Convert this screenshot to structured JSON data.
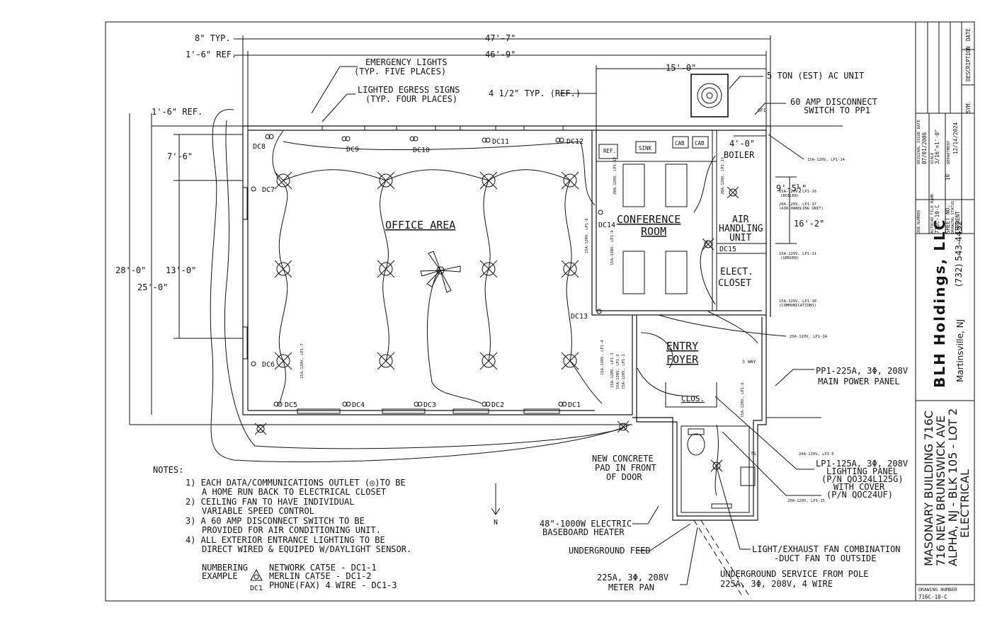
{
  "dimensions": {
    "typ_8": "8\" TYP.",
    "ref_1_6": "1'-6\" REF.",
    "overall_47_7": "47'-7\"",
    "overall_46_9": "46'-9\"",
    "ref_1_6_left": "1'-6\" REF.",
    "dim_15_0": "15'-0\"",
    "dim_4_half": "4 1/2\" TYP. (REF.)",
    "dim_7_6": "7'-6\"",
    "dim_13_0": "13'-0\"",
    "dim_28_0": "28'-0\"",
    "dim_25_0": "25'-0\"",
    "dim_4_0": "4'-0\"",
    "dim_9_5": "9'-5½\"",
    "dim_16_2": "16'-2\""
  },
  "rooms": {
    "office": "OFFICE AREA",
    "conference_1": "CONFERENCE",
    "conference_2": "ROOM",
    "air_1": "AIR",
    "air_2": "HANDLING",
    "air_3": "UNIT",
    "elect_1": "ELECT.",
    "elect_2": "CLOSET",
    "entry_1": "ENTRY",
    "entry_2": "FOYER",
    "clos": "CLOS.",
    "boiler": "BOILER",
    "ref": "REF.",
    "sink": "SINK",
    "cab1": "CAB",
    "cab2": "CAB",
    "dc15": "DC15",
    "gfi": "GFI",
    "three_way": "3 WAY",
    "ts": "TS"
  },
  "callouts": {
    "emergency_1": "EMERGENCY LIGHTS",
    "emergency_2": "(TYP. FIVE PLACES)",
    "egress_1": "LIGHTED EGRESS SIGNS",
    "egress_2": "(TYP. FOUR PLACES)",
    "ac_unit": "5 TON (EST) AC UNIT",
    "disconnect_1": "60 AMP DISCONNECT",
    "disconnect_2": "SWITCH TO PP1",
    "pp1_1": "PP1-225A, 3Φ, 208V",
    "pp1_2": "MAIN POWER PANEL",
    "lp1_1": "LP1-125A, 3Φ, 208V",
    "lp1_2": "LIGHTING PANEL",
    "lp1_3": "(P/N QO324L125G)",
    "lp1_4": "WITH COVER",
    "lp1_5": "(P/N QOC24UF)",
    "pad_1": "NEW CONCRETE",
    "pad_2": "PAD IN FRONT",
    "pad_3": "OF DOOR",
    "heater_1": "48\"-1000W ELECTRIC",
    "heater_2": "BASEBOARD HEATER",
    "feed": "UNDERGROUND FEED",
    "meter_1": "225A, 3Φ, 208V",
    "meter_2": "METER PAN",
    "fan_1": "LIGHT/EXHAUST FAN COMBINATION",
    "fan_2": "-DUCT FAN TO OUTSIDE",
    "service_1": "UNDERGROUND SERVICE FROM POLE",
    "service_2": "225A, 3Φ, 208V, 4 WIRE",
    "north": "N"
  },
  "circuits": {
    "c14": "15A-120V, LP1-14",
    "c16a": "15A-120V, LP1-16",
    "c16b": "(BOILER)",
    "c17a": "20A-120V, LP1-17",
    "c17b": "(AIR HANDLING UNIT)",
    "c11a": "15A-120V, LP1-11",
    "c11b": "(SERVER)",
    "c10a": "15A-120V, LP1-10",
    "c10b": "(COMMUNICATIONS)",
    "c14b": "20A-120V, LP1-14",
    "c5": "20A-120V, LP1-5",
    "c15": "20A-120V, LP1-15",
    "v12": "20A-120V, LP1-12",
    "v13": "20A-120V, LP1-13",
    "v8": "15A-120V, LP1-8",
    "v9": "15A-120V, LP1-9",
    "v7": "15A-120V, LP1-7",
    "v6": "15A-120V, LP1-6",
    "v4": "15A-120V, LP1-4",
    "v3": "15A-120V, LP1-3",
    "v2": "15A-120V, LP1-2",
    "v1": "15A-120V, LP1-1"
  },
  "data_outlets": [
    "DC1",
    "DC2",
    "DC3",
    "DC4",
    "DC5",
    "DC6",
    "DC7",
    "DC8",
    "DC9",
    "DC10",
    "DC11",
    "DC12",
    "DC13",
    "DC14"
  ],
  "notes": {
    "heading": "NOTES:",
    "n1a": "1)  EACH DATA/COMMUNICATIONS OUTLET (◎)TO BE",
    "n1b": "A HOME RUN BACK TO ELECTRICAL CLOSET",
    "n2a": "2)  CEILING FAN TO HAVE INDIVIDUAL",
    "n2b": "VARIABLE SPEED CONTROL",
    "n3a": "3)  A 60 AMP DISCONNECT SWITCH TO BE",
    "n3b": "PROVIDED FOR AIR CONDITIONING UNIT.",
    "n4a": "4)  ALL EXTERIOR ENTRANCE LIGHTING TO BE",
    "n4b": "DIRECT WIRED & EQUIPED W/DAYLIGHT SENSOR.",
    "numbering_1": "NUMBERING",
    "numbering_2": "EXAMPLE",
    "ex1": "NETWORK CAT5E - DC1-1",
    "ex2": "MERLIN CAT5E - DC1-2",
    "ex3": "PHONE(FAX) 4 WIRE - DC1-3",
    "ex_tag": "DC1"
  },
  "title_block": {
    "col_sym": "SYM.",
    "col_desc": "DESCRIPTION",
    "col_date": "DATE",
    "orig_issue_label": "ORIGINAL ISSUE DATE",
    "orig_issue": "07/01/2006",
    "scale_label": "SCALE",
    "scale": "3/16\"=1'-0\"",
    "dept_label": "DEPARTMENT",
    "dept_date": "12/14/2024",
    "job_label": "JOB NUMBER",
    "autocad_label": "AUTOCAD FILE NAME",
    "autocad": "716C-10-C",
    "sheet_label": "SHEET NO.",
    "sheet": "10",
    "status_label": "DRAWING STATUS",
    "status": "CURRENT",
    "company": "BLH Holdings, LLC",
    "city": "Martinsville, NJ",
    "phone": "(732) 543-4452",
    "title1": "MASONARY BUILDING 716C",
    "title2": "716 NEW BRUNSWICK AVE",
    "title3": "ALPHA, NJ - BLK 105 - LOT 2",
    "title4": "ELECTRICAL",
    "drawing_number_label": "DRAWING NUMBER",
    "drawing_number": "716C-10-C"
  }
}
